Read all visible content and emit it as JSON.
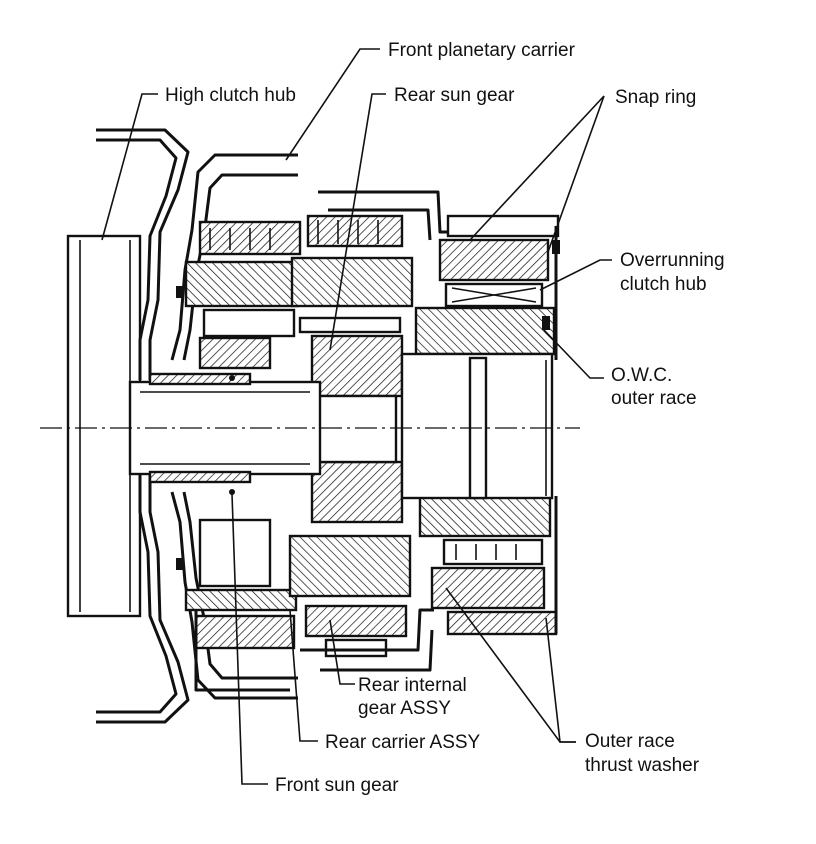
{
  "labels": {
    "front_planetary_carrier": "Front planetary carrier",
    "high_clutch_hub": "High clutch hub",
    "rear_sun_gear": "Rear sun gear",
    "snap_ring": "Snap ring",
    "overrunning_clutch_hub_line1": "Overrunning",
    "overrunning_clutch_hub_line2": "clutch hub",
    "owc_outer_race_line1": "O.W.C.",
    "owc_outer_race_line2": "outer race",
    "rear_internal_gear_line1": "Rear internal",
    "rear_internal_gear_line2": "gear ASSY",
    "rear_carrier_assy": "Rear carrier ASSY",
    "outer_race_thrust_washer_line1": "Outer race",
    "outer_race_thrust_washer_line2": "thrust washer",
    "front_sun_gear": "Front sun gear"
  }
}
